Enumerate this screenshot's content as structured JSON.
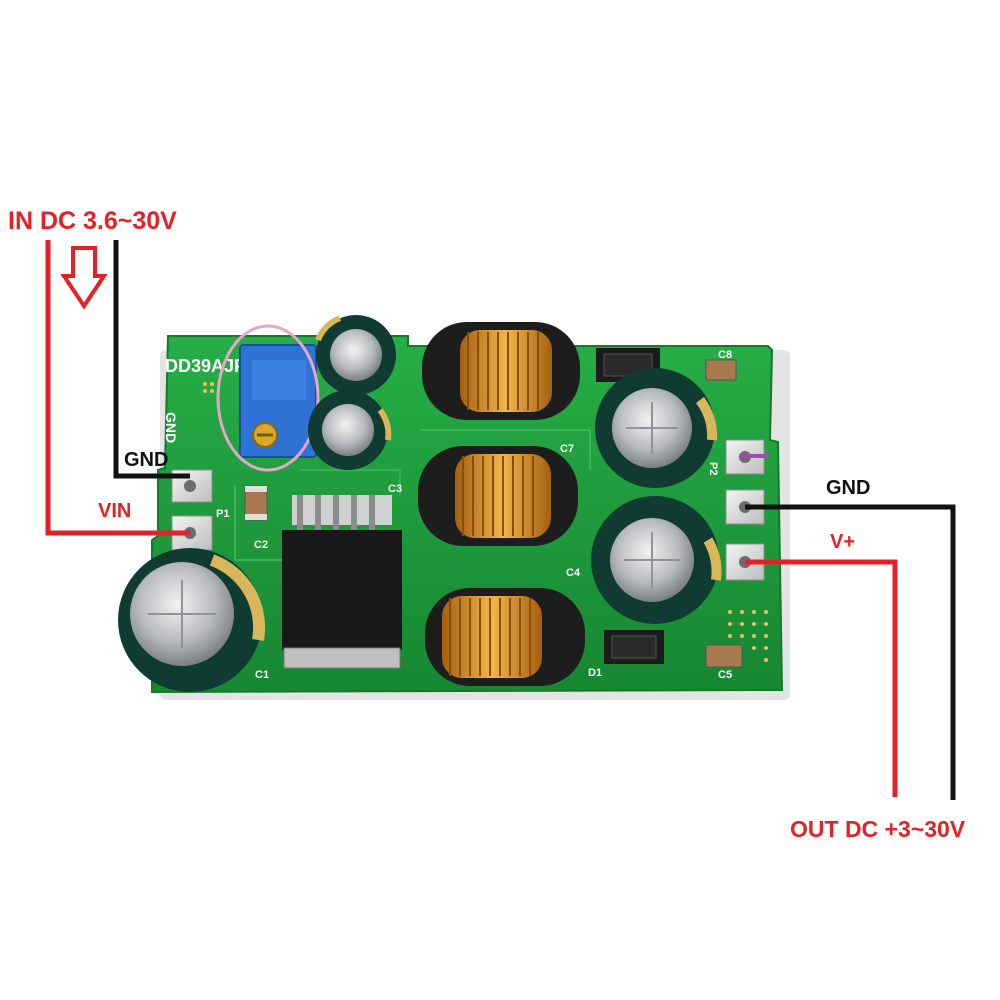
{
  "labels": {
    "input_title": "IN DC 3.6~30V",
    "gnd_in": "GND",
    "vin": "VIN",
    "gnd_out": "GND",
    "v_plus": "V+",
    "output_title": "OUT DC +3~30V"
  },
  "silkscreen": {
    "board_model": "DD39AJP",
    "gnd": "GND",
    "p1": "P1",
    "p2": "P2",
    "c1": "C1",
    "c2": "C2",
    "c3": "C3",
    "c4": "C4",
    "c5": "C5",
    "c7": "C7",
    "c8": "C8",
    "d1": "D1",
    "v_plus": "V+"
  },
  "colors": {
    "label_red": "#e32228",
    "wire_black": "#111111",
    "pcb_green": "#1f9c3c",
    "indicator_purple": "#9b4fb2"
  }
}
